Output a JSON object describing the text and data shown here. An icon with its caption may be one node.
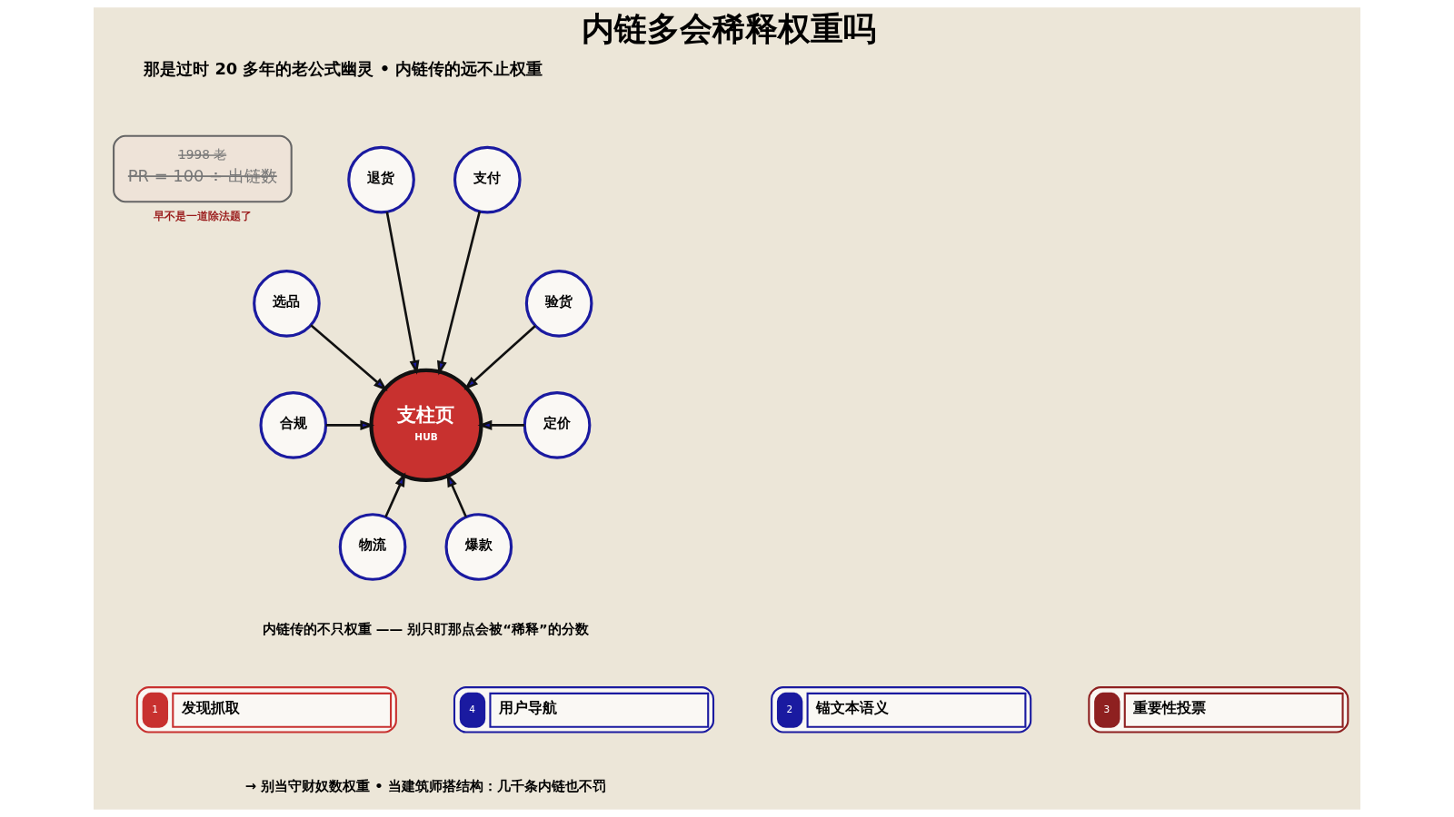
{
  "diagram": {
    "title": "内链多会稀释权重吗",
    "caption": "→ 别当守财奴数权重 • 当建筑师搭结构：几千条内链也不罚",
    "nodes": [
      {
        "text": [
          "支柱页",
          "HUB"
        ]
      },
      {
        "text": [
          "退货"
        ]
      },
      {
        "text": [
          "支付"
        ]
      },
      {
        "text": [
          "选品"
        ]
      },
      {
        "text": [
          "验货"
        ]
      },
      {
        "text": [
          "合规"
        ]
      },
      {
        "text": [
          "定价"
        ]
      },
      {
        "text": [
          "物流"
        ]
      },
      {
        "text": [
          "爆款"
        ]
      },
      {
        "text": [
          "1998 老",
          "PR = 100 ÷ 出链数"
        ],
        "beside": [
          "早不是一道除法题了"
        ]
      },
      {
        "text": [
          "1",
          "发现抓取"
        ]
      },
      {
        "text": [
          "2",
          "锚文本语义"
        ]
      },
      {
        "text": [
          "3",
          "重要性投票"
        ]
      },
      {
        "text": [
          "4",
          "用户导航"
        ]
      }
    ],
    "edges": [
      {
        "from": 1,
        "to": 0,
        "arrow": "to"
      },
      {
        "from": 2,
        "to": 0,
        "arrow": "to"
      },
      {
        "from": 3,
        "to": 0,
        "arrow": "to"
      },
      {
        "from": 4,
        "to": 0,
        "arrow": "to"
      },
      {
        "from": 5,
        "to": 0,
        "arrow": "to"
      },
      {
        "from": 6,
        "to": 0,
        "arrow": "to"
      },
      {
        "from": 7,
        "to": 0,
        "arrow": "to"
      },
      {
        "from": 8,
        "to": 0,
        "arrow": "to"
      }
    ],
    "labels": [
      "那是过时 20 多年的老公式幽灵 • 内链传的远不止权重",
      "内链传的不只权重 —— 别只盯那点会被“稀释”的分数"
    ]
  }
}
